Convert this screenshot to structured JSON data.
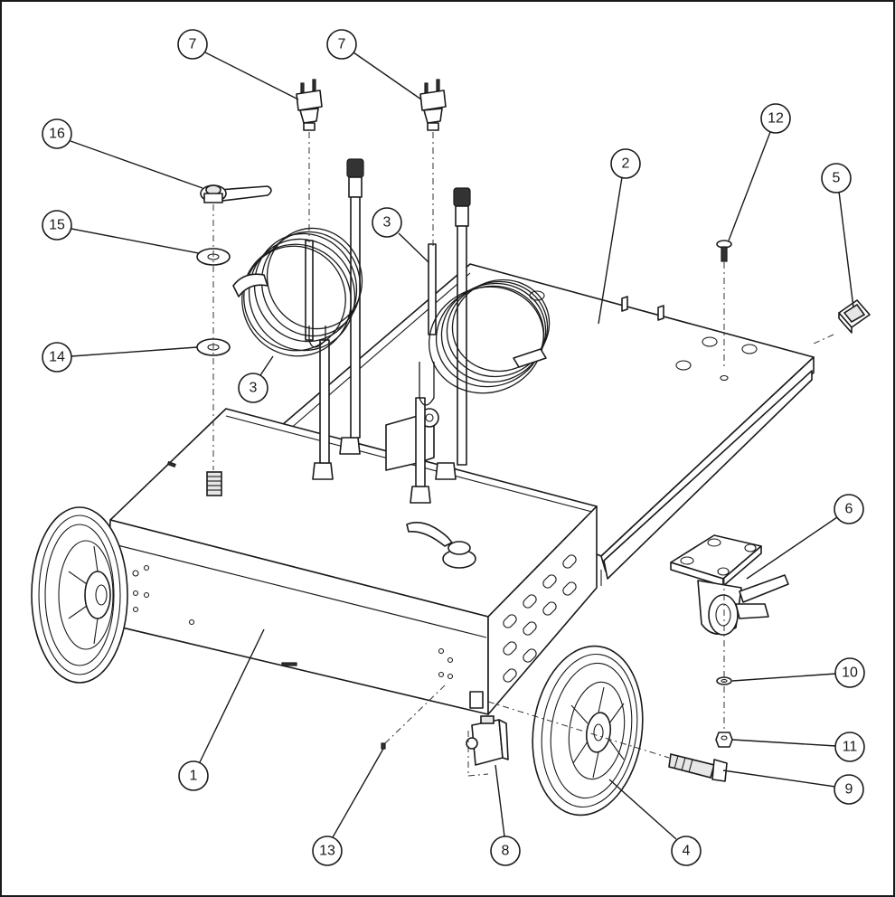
{
  "colors": {
    "ink": "#1a1a1a",
    "paper": "#ffffff",
    "shade": "#e6e6e6"
  },
  "callouts": [
    {
      "label": "1",
      "part": "cart-body"
    },
    {
      "label": "2",
      "part": "base-plate"
    },
    {
      "label": "3",
      "part": "hose-coil-left"
    },
    {
      "label": "3",
      "part": "hose-coil-right"
    },
    {
      "label": "4",
      "part": "wheel"
    },
    {
      "label": "5",
      "part": "square-cap"
    },
    {
      "label": "6",
      "part": "caster"
    },
    {
      "label": "7",
      "part": "plug-left"
    },
    {
      "label": "7",
      "part": "plug-right"
    },
    {
      "label": "8",
      "part": "breaker"
    },
    {
      "label": "9",
      "part": "axle-bolt"
    },
    {
      "label": "10",
      "part": "washer"
    },
    {
      "label": "11",
      "part": "nut"
    },
    {
      "label": "12",
      "part": "screw"
    },
    {
      "label": "13",
      "part": "small-screw"
    },
    {
      "label": "14",
      "part": "washer-lower"
    },
    {
      "label": "15",
      "part": "washer-upper"
    },
    {
      "label": "16",
      "part": "handle-knob"
    }
  ]
}
